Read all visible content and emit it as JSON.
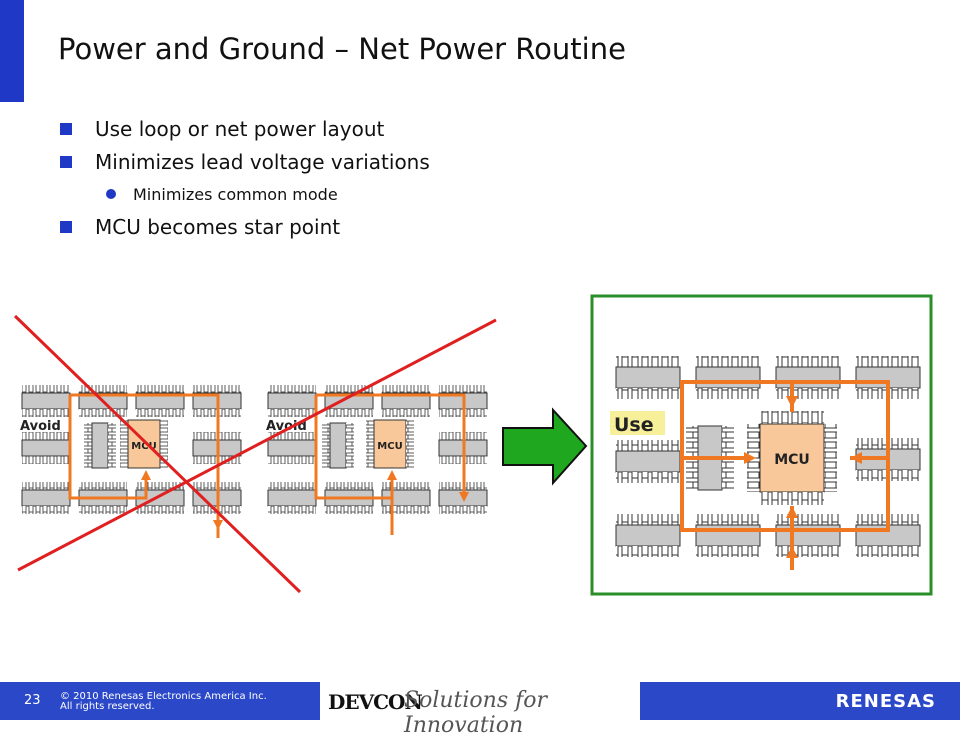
{
  "slide": {
    "title": "Power and Ground – Net Power Routine",
    "page_number": "23"
  },
  "bullets": [
    {
      "text": "Use loop or net power layout"
    },
    {
      "text": "Minimizes lead voltage variations"
    },
    {
      "text": "MCU becomes star point"
    }
  ],
  "sub_bullets": [
    {
      "text": "Minimizes common mode"
    }
  ],
  "diagram": {
    "left_label_1": "Avoid",
    "left_label_2": "Avoid",
    "chip_label_left_1": "MCU",
    "chip_label_left_2": "MCU",
    "use_label": "Use",
    "chip_label_right": "MCU",
    "colors": {
      "trace": "#f07822",
      "cross": "#e02020",
      "arrow": "#1fa81f",
      "frame": "#2a8f2a",
      "mcu": "#f9c89a",
      "use_bg": "#f7ef9a"
    }
  },
  "footer": {
    "copyright_line1": "© 2010 Renesas Electronics America Inc.",
    "copyright_line2": "All rights reserved.",
    "devcon_logo": "DEVCON",
    "tagline": "Solutions for Innovation",
    "brand": "RENESAS"
  }
}
